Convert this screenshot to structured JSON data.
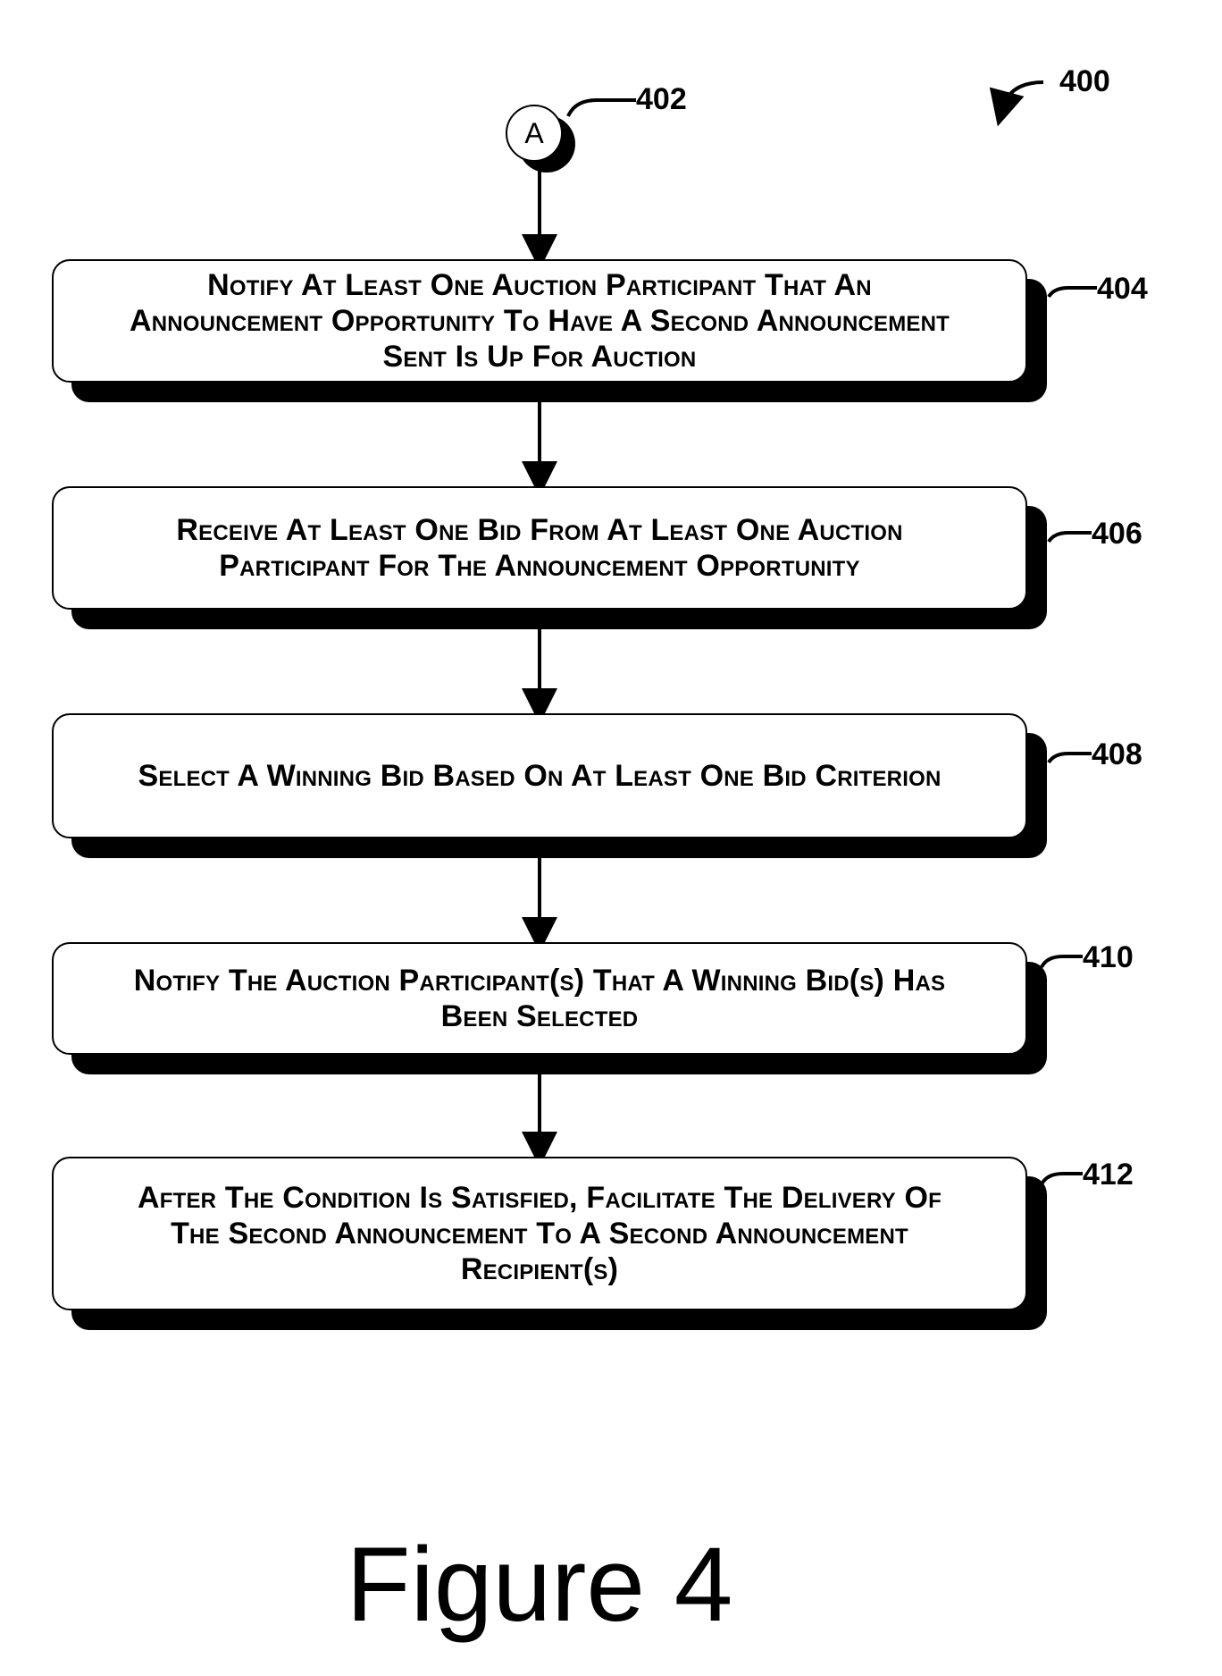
{
  "diagram": {
    "figure_ref": "400",
    "connector": {
      "label": "A",
      "ref": "402"
    },
    "steps": [
      {
        "ref": "404",
        "lines": [
          "Notify At Least One Auction Participant That An",
          "Announcement Opportunity To Have A Second Announcement",
          "Sent Is Up For Auction"
        ]
      },
      {
        "ref": "406",
        "lines": [
          "Receive At Least One Bid From At Least One Auction",
          "Participant For The Announcement Opportunity"
        ]
      },
      {
        "ref": "408",
        "lines": [
          "Select A Winning Bid Based On At Least One Bid Criterion"
        ]
      },
      {
        "ref": "410",
        "lines": [
          "Notify The Auction Participant(s) That A Winning Bid(s) Has",
          "Been Selected"
        ]
      },
      {
        "ref": "412",
        "lines": [
          "After The Condition Is Satisfied, Facilitate The Delivery Of",
          "The Second Announcement To A Second Announcement",
          "Recipient(s)"
        ]
      }
    ],
    "caption": "Figure 4"
  }
}
